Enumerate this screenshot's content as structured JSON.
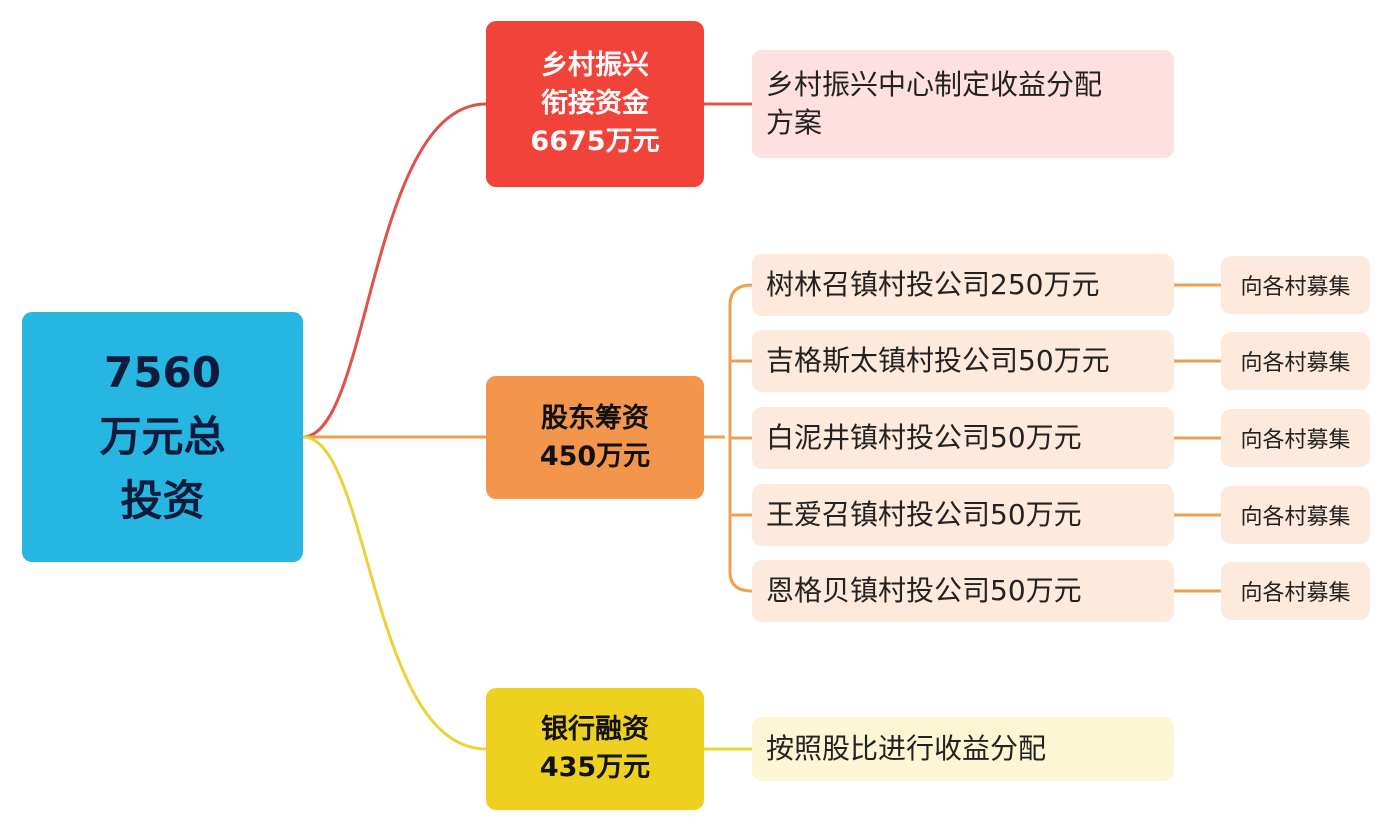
{
  "root": {
    "label": "7560\n万元总\n投资",
    "color": "#25b7e2"
  },
  "branches": [
    {
      "label": "乡村振兴\n衔接资金\n6675万元",
      "color": "#f1433a",
      "line_color": "#e0514a",
      "children": [
        {
          "label": "乡村振兴中心制定收益分配\n方案"
        }
      ]
    },
    {
      "label": "股东筹资\n450万元",
      "color": "#f3954a",
      "line_color": "#eda150",
      "children": [
        {
          "label": "树林召镇村投公司250万元",
          "sub": "向各村募集"
        },
        {
          "label": "吉格斯太镇村投公司50万元",
          "sub": "向各村募集"
        },
        {
          "label": "白泥井镇村投公司50万元",
          "sub": "向各村募集"
        },
        {
          "label": "王爱召镇村投公司50万元",
          "sub": "向各村募集"
        },
        {
          "label": "恩格贝镇村投公司50万元",
          "sub": "向各村募集"
        }
      ]
    },
    {
      "label": "银行融资\n435万元",
      "color": "#eed11f",
      "line_color": "#ead33a",
      "children": [
        {
          "label": "按照股比进行收益分配"
        }
      ]
    }
  ]
}
